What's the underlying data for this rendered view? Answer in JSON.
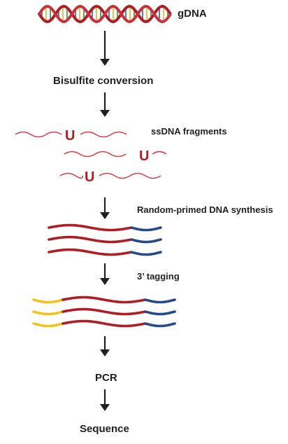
{
  "labels": {
    "gdna": "gDNA",
    "bisulfite": "Bisulfite conversion",
    "ssdna": "ssDNA fragments",
    "random_primed": "Random-primed DNA synthesis",
    "tagging": "3’ tagging",
    "pcr": "PCR",
    "sequence": "Sequence"
  },
  "uracil_letter": "U",
  "colors": {
    "text": "#231f20",
    "dna_red": "#b11c24",
    "ss_red": "#d9414a",
    "blue": "#254a8c",
    "yellow": "#f2c31a",
    "arrow": "#231f20"
  }
}
